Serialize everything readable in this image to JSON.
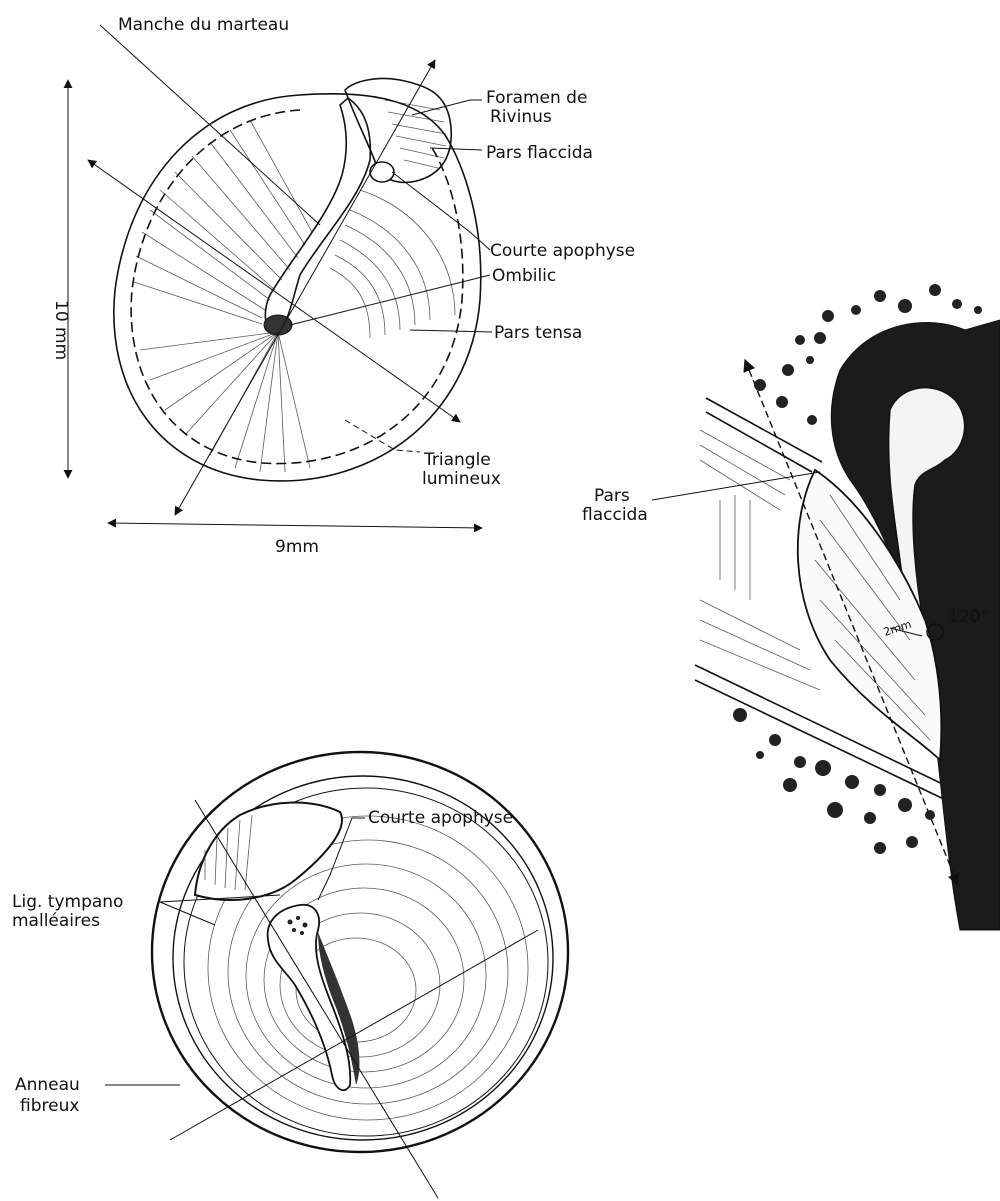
{
  "figure_top": {
    "labels": {
      "manche": "Manche du marteau",
      "foramen_1": "Foramen de",
      "foramen_2": "Rivinus",
      "pars_flaccida": "Pars flaccida",
      "courte_apophyse": "Courte apophyse",
      "ombilic": "Ombilic",
      "pars_tensa": "Pars tensa",
      "triangle_1": "Triangle",
      "triangle_2": "lumineux"
    },
    "dimensions": {
      "height": "10 mm",
      "width": "9mm"
    }
  },
  "figure_right": {
    "labels": {
      "pars_1": "Pars",
      "pars_2": "flaccida",
      "angle": "120°",
      "small_dim": "2mm"
    }
  },
  "figure_bottom": {
    "labels": {
      "courte_apophyse": "Courte apophyse",
      "lig_1": "Lig. tympano",
      "lig_2": "malléaires",
      "anneau_1": "Anneau",
      "anneau_2": "fibreux"
    }
  }
}
